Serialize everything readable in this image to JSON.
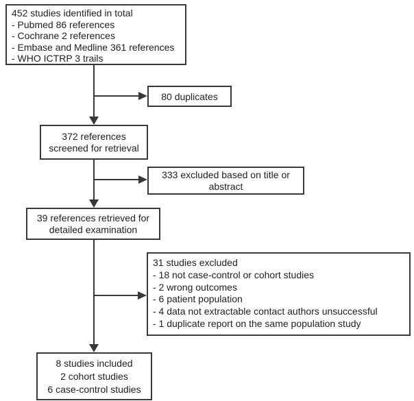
{
  "diagram": {
    "type": "flowchart",
    "description": "Study selection flow diagram (PRISMA-style)"
  },
  "colors": {
    "line": "#383838",
    "border": "#383838",
    "text": "#1e1e1e",
    "background": "#ffffff"
  },
  "boxes": {
    "identified": {
      "lines": [
        "452 studies identified in total",
        "- Pubmed 86 references",
        "- Cochrane 2 references",
        "- Embase and Medline 361 references",
        "- WHO ICTRP 3 trails"
      ]
    },
    "duplicates": {
      "lines": [
        "80 duplicates"
      ]
    },
    "screened": {
      "lines": [
        "372 references",
        "screened for retrieval"
      ]
    },
    "excluded_title": {
      "lines": [
        "333 excluded based on title or",
        "abstract"
      ]
    },
    "retrieved": {
      "lines": [
        "39 references retrieved for",
        "detailed examination"
      ]
    },
    "excluded_detail": {
      "lines": [
        "31 studies excluded",
        "- 18 not case-control or cohort studies",
        "- 2 wrong outcomes",
        "- 6 patient population",
        "- 4 data not extractable contact authors unsuccessful",
        "- 1 duplicate report on the same population study"
      ]
    },
    "included": {
      "lines": [
        "8 studies included",
        "2 cohort studies",
        "6 case-control studies"
      ]
    }
  }
}
